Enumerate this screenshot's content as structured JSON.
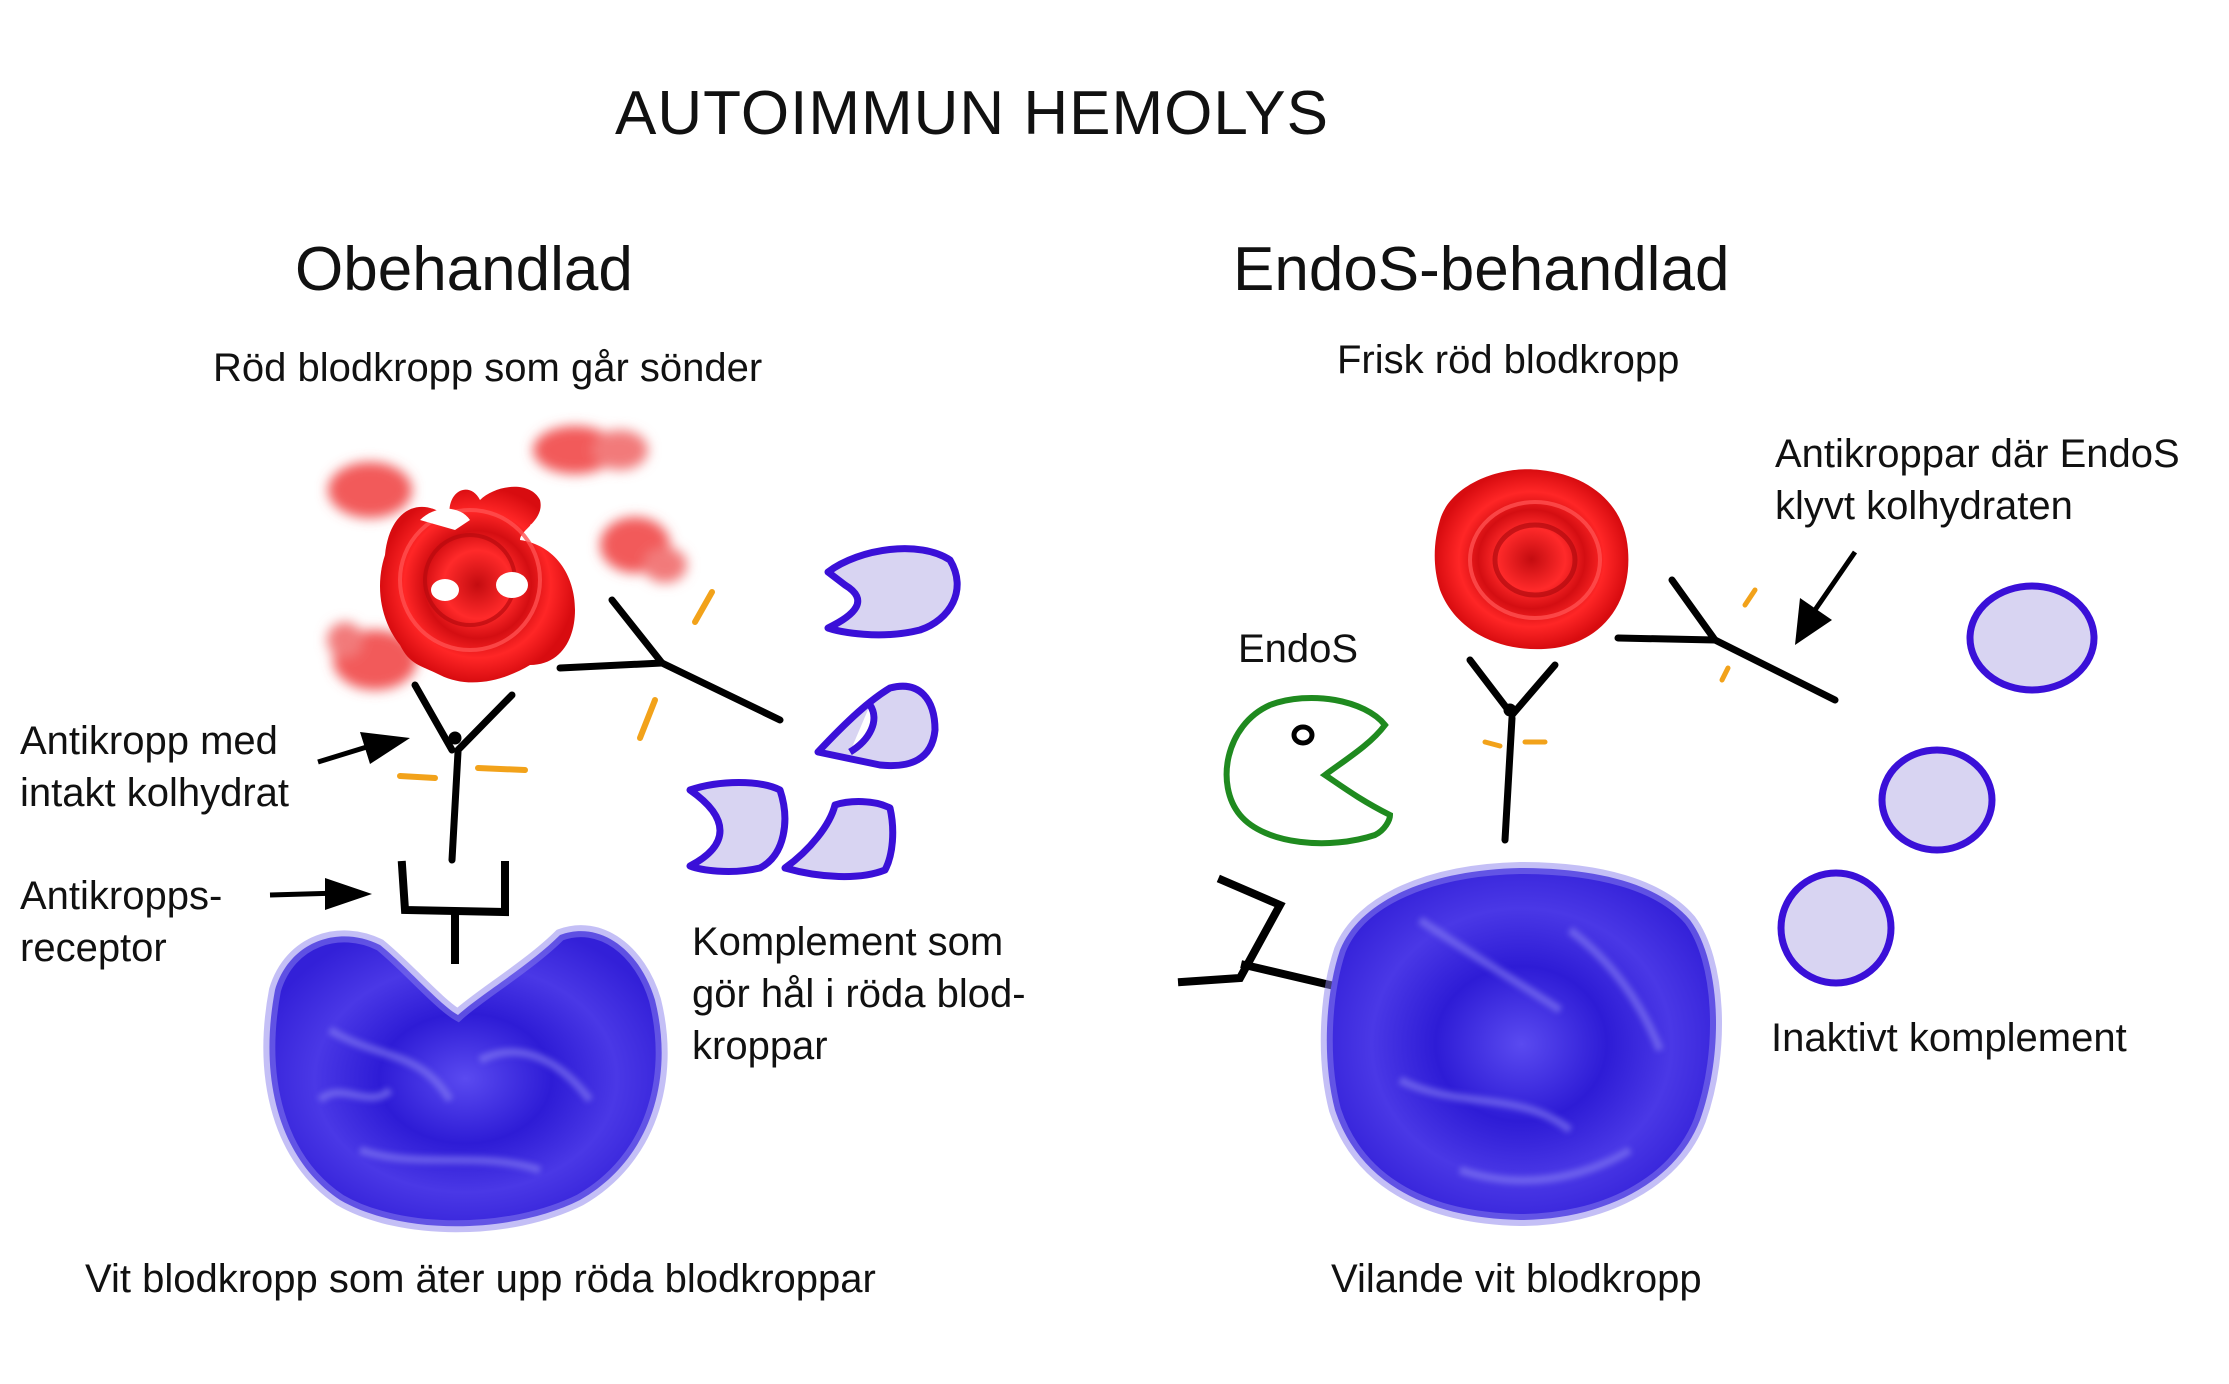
{
  "title": "AUTOIMMUN HEMOLYS",
  "left_panel": {
    "heading": "Obehandlad",
    "red_cell_label": "Röd blodkropp som går sönder",
    "antibody_label_line1": "Antikropp med",
    "antibody_label_line2": "intakt kolhydrat",
    "receptor_label_line1": "Antikropps-",
    "receptor_label_line2": "receptor",
    "complement_label_line1": "Komplement som",
    "complement_label_line2": "gör hål i röda blod-",
    "complement_label_line3": "kroppar",
    "white_cell_label": "Vit blodkropp som äter upp röda blodkroppar"
  },
  "right_panel": {
    "heading": "EndoS-behandlad",
    "red_cell_label": "Frisk röd blodkropp",
    "endos_label": "EndoS",
    "antibody_label_line1": "Antikroppar där EndoS",
    "antibody_label_line2": "klyvt kolhydraten",
    "complement_label": "Inaktivt komplement",
    "white_cell_label": "Vilande vit blodkropp"
  },
  "colors": {
    "red_cell": "#e8141a",
    "red_fragment": "#f26a6a",
    "white_cell": "#3a22d8",
    "complement_outline": "#3a10d8",
    "complement_fill": "#d8d4f2",
    "carbohydrate": "#f2a21a",
    "endos_enzyme": "#1f8a1f",
    "antibody": "#000000"
  }
}
